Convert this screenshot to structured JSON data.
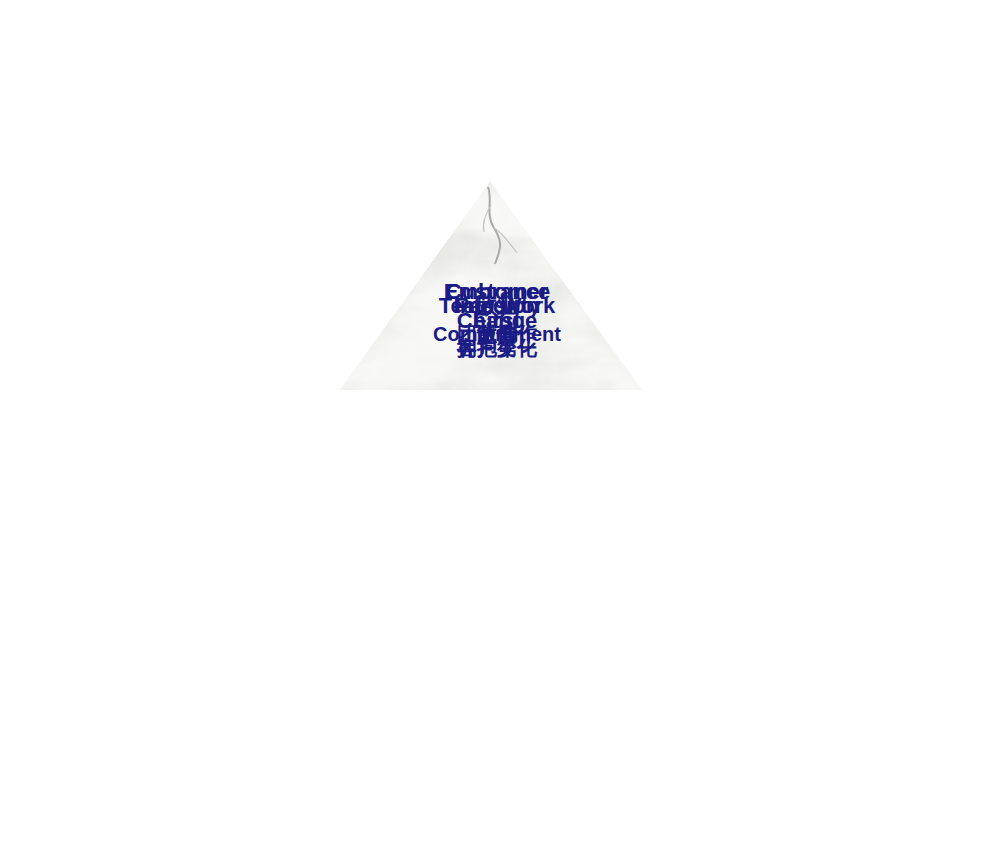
{
  "diagram": {
    "nodes": [
      {
        "text": [
          "Customer First",
          "客户第一"
        ]
      },
      {
        "text": [
          "Team Work",
          "团队合作"
        ]
      },
      {
        "text": [
          "Embrance Change",
          "拥抱变化"
        ]
      },
      {
        "text": [
          "Integrity",
          "诚信"
        ]
      },
      {
        "text": [
          "Passion",
          "激情"
        ]
      },
      {
        "text": [
          "敬业",
          "Commitiment"
        ]
      }
    ]
  }
}
